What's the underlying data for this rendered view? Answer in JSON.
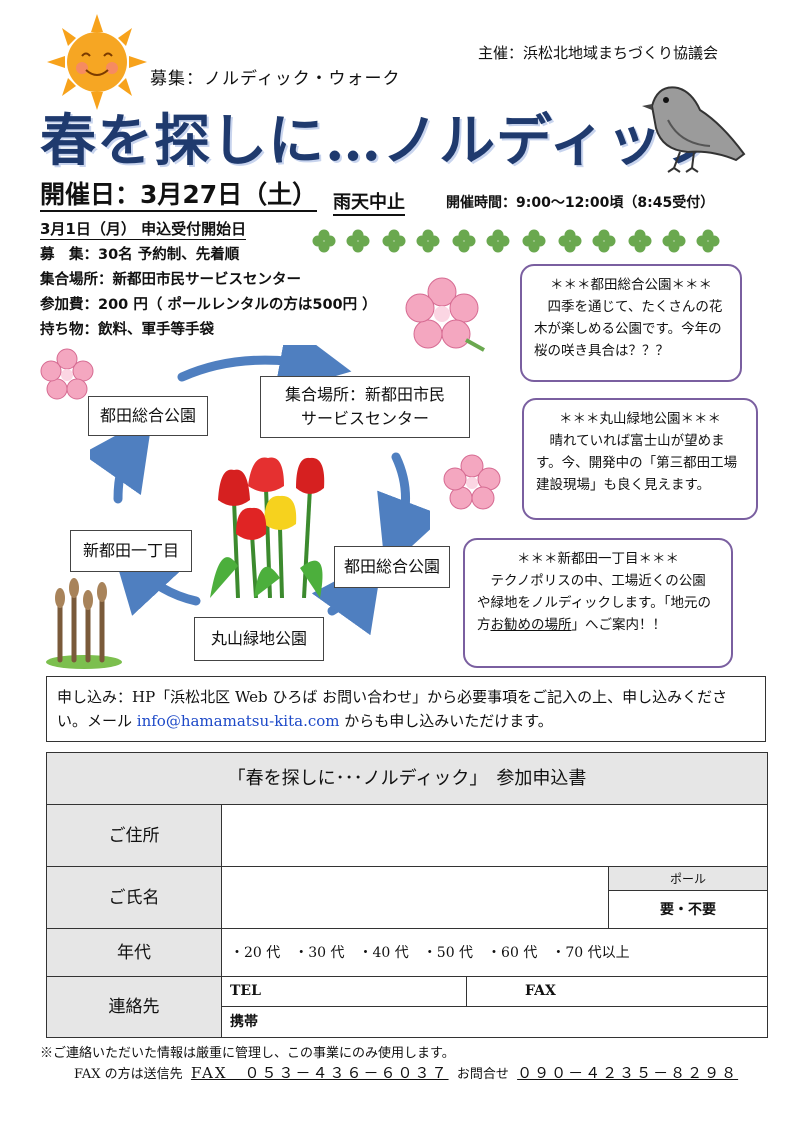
{
  "header": {
    "organizer": "主催：浜松北地域まちづくり協議会",
    "subtitle": "募集：ノルディック・ウォーク",
    "title": "春を探しに…ノルディック"
  },
  "event": {
    "date": "開催日：3月27日（土）",
    "rain": "雨天中止",
    "time": "開催時間：9:00〜12:00頃（8:45受付）",
    "application_start": "3月1日（月） 申込受付開始日",
    "capacity": "募　集：30名 予約制、先着順",
    "meeting_place": "集合場所：新都田市民サービスセンター",
    "fee": "参加費：200 円（ ポールレンタルの方は500円 ）",
    "belongings": "持ち物：飲料、軍手等手袋"
  },
  "route": {
    "n1": "都田総合公園",
    "n2_line1": "集合場所：新都田市民",
    "n2_line2": "サービスセンター",
    "n3": "都田総合公園",
    "n4": "丸山緑地公園",
    "n5": "新都田一丁目"
  },
  "boxes": [
    {
      "title": "＊＊＊都田総合公園＊＊＊",
      "body": "四季を通じて、たくさんの花木が楽しめる公園です。今年の桜の咲き具合は？？？"
    },
    {
      "title": "＊＊＊丸山緑地公園＊＊＊",
      "body": "晴れていれば富士山が望めます。今、開発中の「第三都田工場建設現場」も良く見えます。"
    },
    {
      "title": "＊＊＊新都田一丁目＊＊＊",
      "body_a": "テクノポリスの中、工場近くの公園や緑地をノルディックします。「地元の方",
      "body_u": "お勧めの場所",
      "body_b": "」へご案内！！"
    }
  ],
  "application": {
    "text1": "申し込み：HP「浜松北区 Web ひろば お問い合わせ」から必要事項をご記入の上、申し込みください。メール ",
    "email": "info@hamamatsu-kita.com",
    "text2": " からも申し込みいただけます。"
  },
  "form": {
    "title": "「春を探しに･･･ノルディック」　参加申込書",
    "address_label": "ご住所",
    "name_label": "ご氏名",
    "pole_label": "ポール",
    "pole_options": "要・不要",
    "age_label": "年代",
    "age_options": "・20 代　・30 代　・40 代　・50 代　・60 代　・70 代以上",
    "contact_label": "連絡先",
    "tel_label": "TEL",
    "fax_label": "FAX",
    "mobile_label": "携帯"
  },
  "footer": {
    "note": "※ご連絡いただいた情報は厳重に管理し、この事業にのみ使用します。",
    "fax_prefix": "FAX の方は送信先",
    "fax_number": "FAX　０５３－４３６－６０３７",
    "contact_prefix": "お問合せ",
    "contact_number": "０９０－４２３５－８２９８"
  },
  "colors": {
    "title": "#1f3a6e",
    "arrow": "#4f7fc0",
    "box_border": "#7a5fa0",
    "form_gray": "#e6e6e6"
  }
}
